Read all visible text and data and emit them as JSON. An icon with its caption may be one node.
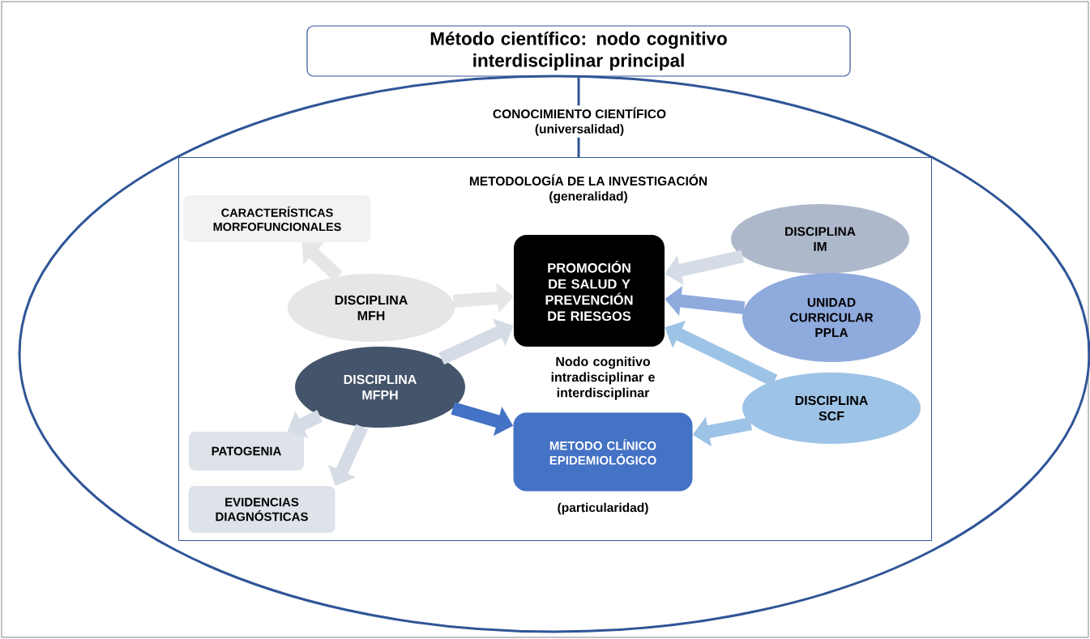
{
  "diagram": {
    "nodes": [
      {
        "text": [
          "Método científico: nodo cognitivo interdisciplinar principal"
        ]
      },
      {
        "text": [
          "CONOCIMIENTO  CIENTÍFICO",
          "(universalidad)"
        ]
      },
      {
        "text": [
          "METODOLOGÍA  DE LA INVESTIGACIÓN",
          "(generalidad)"
        ],
        "in": 1
      },
      {
        "text": [
          "CARACTERÍSTICAS MORFOFUNCIONALES"
        ],
        "in": 2
      },
      {
        "text": [
          "DISCIPLINA MFH"
        ],
        "in": 2
      },
      {
        "text": [
          "PROMOCIÓN DE SALUD Y PREVENCIÓN DE RIESGOS"
        ],
        "in": 2
      },
      {
        "text": [
          "DISCIPLINA IM"
        ],
        "in": 2
      },
      {
        "text": [
          "UNIDAD CURRICULAR PPLA"
        ],
        "in": 2
      },
      {
        "text": [
          "DISCIPLINA MFPH"
        ],
        "in": 2
      },
      {
        "text": [
          "DISCIPLINA SCF"
        ],
        "in": 2
      },
      {
        "text": [
          "METODO CLÍNICO EPIDEMIOLÓGICO"
        ],
        "beside": [
          "(particularidad)"
        ],
        "in": 2
      },
      {
        "text": [
          "PATOGENIA"
        ],
        "in": 2
      },
      {
        "text": [
          "EVIDENCIAS DIAGNÓSTICAS"
        ],
        "in": 2
      }
    ],
    "edges": [
      {
        "from": 0,
        "to": 2,
        "arrow": "none",
        "color": "#2f5597"
      },
      {
        "from": 4,
        "to": 3,
        "arrow": "to",
        "color": "#e7e6e6"
      },
      {
        "from": 4,
        "to": 5,
        "arrow": "to",
        "color": "#e7e6e6"
      },
      {
        "from": 8,
        "to": 5,
        "arrow": "to"
      },
      {
        "from": 8,
        "to": 10,
        "arrow": "to",
        "color": "#4472c4"
      },
      {
        "from": 8,
        "to": 11,
        "arrow": "to"
      },
      {
        "from": 8,
        "to": 12,
        "arrow": "to"
      },
      {
        "from": 6,
        "to": 5,
        "arrow": "to"
      },
      {
        "from": 7,
        "to": 5,
        "arrow": "to",
        "color": "#8faadc"
      },
      {
        "from": 9,
        "to": 5,
        "arrow": "to",
        "color": "#9dc3e6"
      },
      {
        "from": 9,
        "to": 10,
        "arrow": "to",
        "color": "#9dc3e6"
      }
    ],
    "labels": [
      "Nodo cognitivo intradisciplinar e interdisciplinar"
    ]
  }
}
